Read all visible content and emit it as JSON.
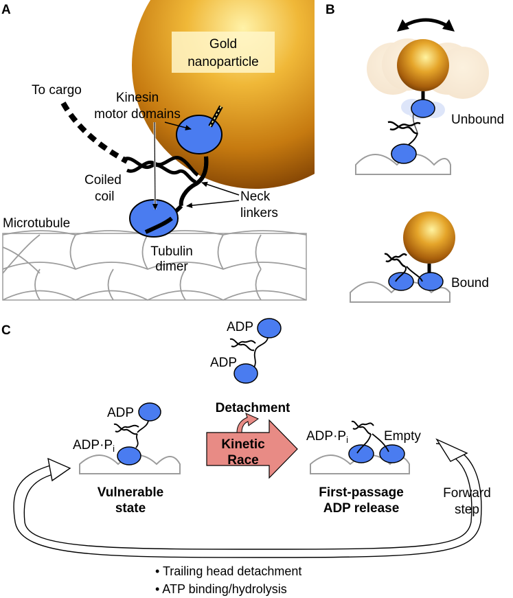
{
  "panels": {
    "a": "A",
    "b": "B",
    "c": "C"
  },
  "panel_a": {
    "gold_label_line1": "Gold",
    "gold_label_line2": "nanoparticle",
    "to_cargo": "To cargo",
    "kinesin_line1": "Kinesin",
    "kinesin_line2": "motor domains",
    "coiled_line1": "Coiled",
    "coiled_line2": "coil",
    "neck_line1": "Neck",
    "neck_line2": "linkers",
    "microtubule": "Microtubule",
    "tubulin_line1": "Tubulin",
    "tubulin_line2": "dimer"
  },
  "panel_b": {
    "unbound": "Unbound",
    "bound": "Bound"
  },
  "panel_c": {
    "adp_top1": "ADP",
    "adp_top2": "ADP",
    "detachment": "Detachment",
    "left_adp": "ADP",
    "left_adppi": "ADP·P",
    "left_sub": "i",
    "kinetic_line1": "Kinetic",
    "kinetic_line2": "Race",
    "right_adppi": "ADP·P",
    "right_sub": "i",
    "empty": "Empty",
    "vulnerable_line1": "Vulnerable",
    "vulnerable_line2": "state",
    "first_line1": "First-passage",
    "first_line2": "ADP release",
    "forward_line1": "Forward",
    "forward_line2": "step",
    "bullet1": "• Trailing head detachment",
    "bullet2": "• ATP binding/hydrolysis"
  },
  "colors": {
    "motor_blue": "#4a7cf0",
    "gold": "#d99a1c",
    "race_arrow": "#e88b85",
    "tubulin_line": "#9c9c9c"
  }
}
